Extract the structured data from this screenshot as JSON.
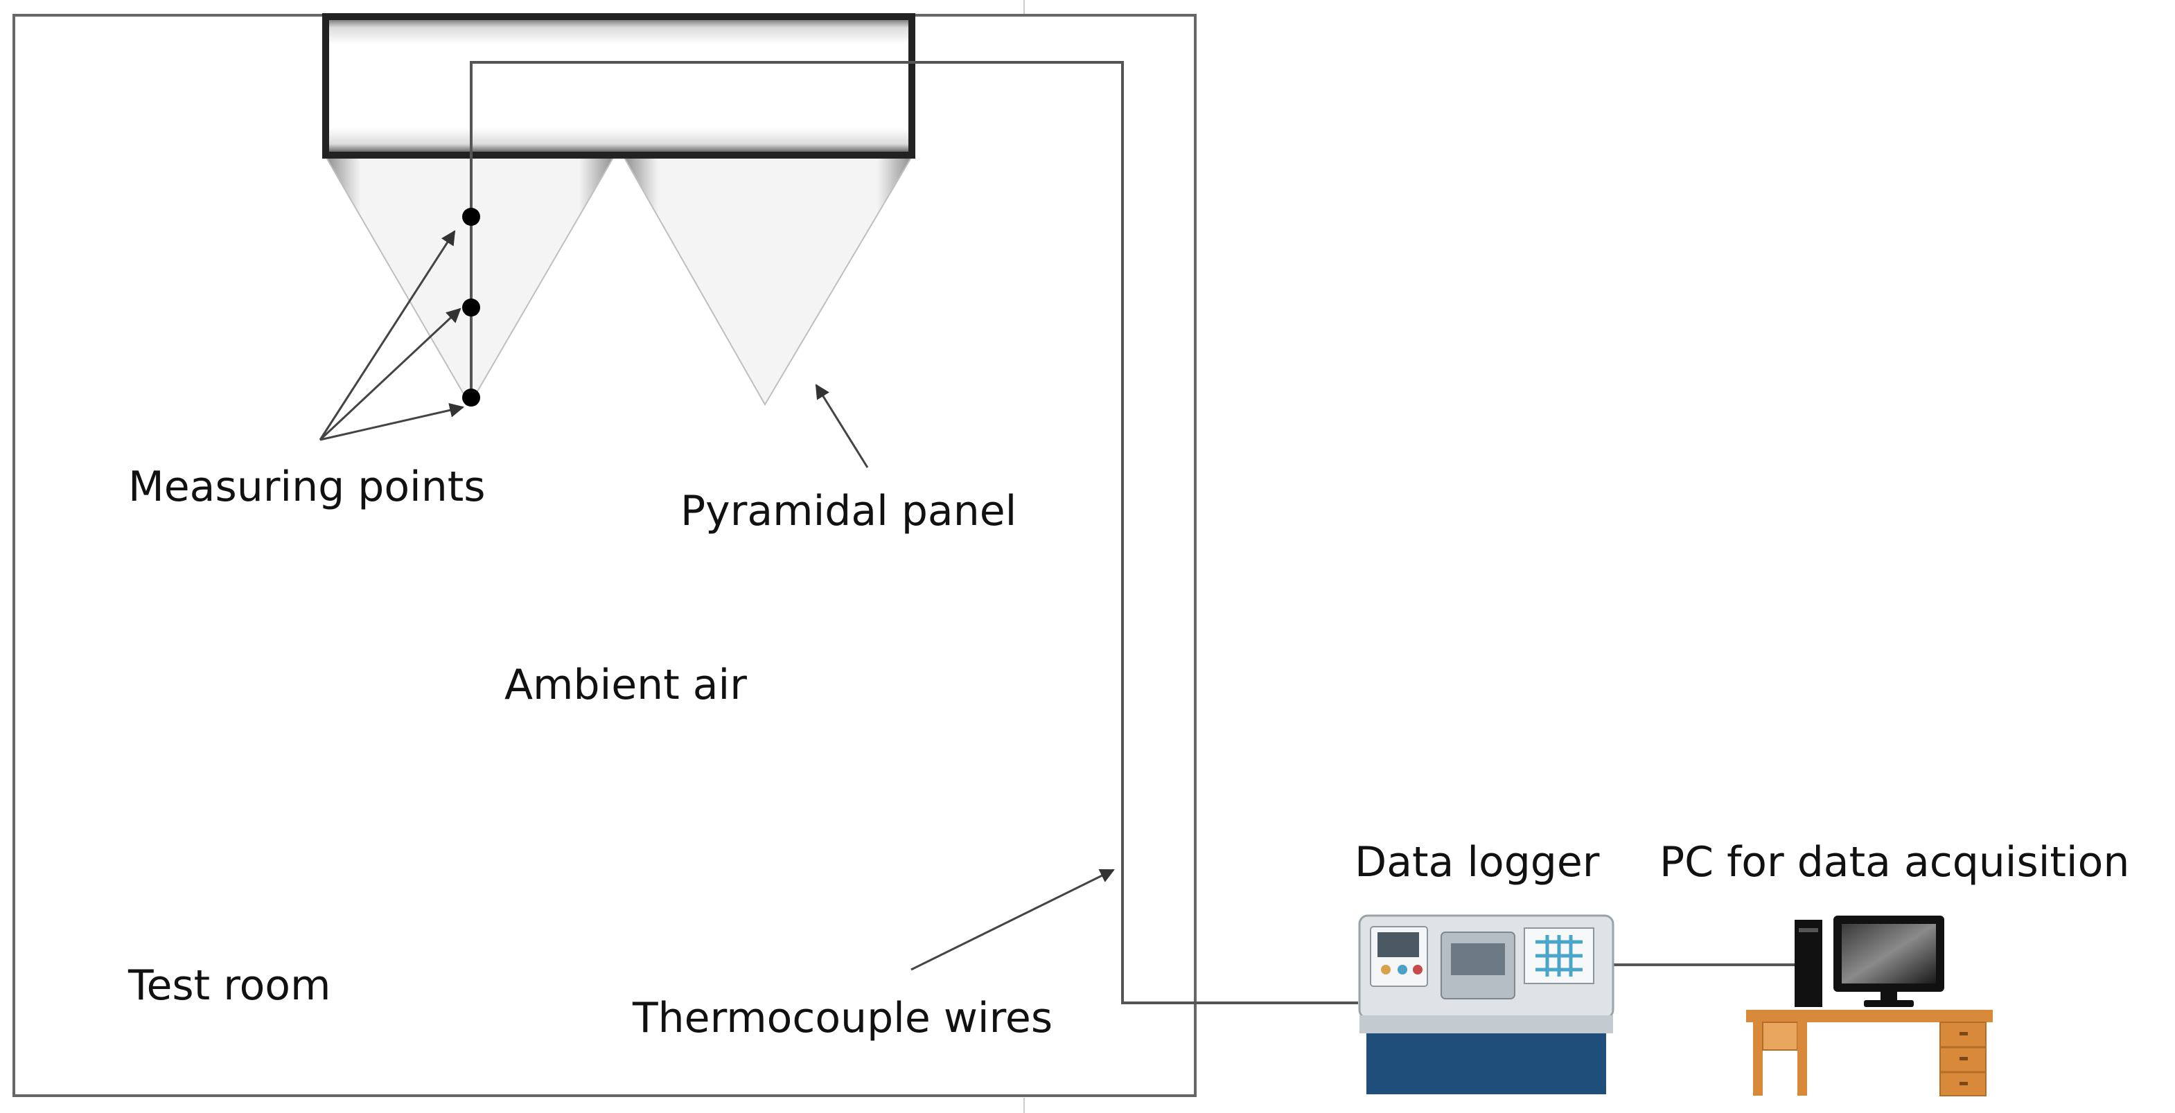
{
  "labels": {
    "measuring_points": "Measuring points",
    "pyramidal_panel": "Pyramidal panel",
    "ambient_air": "Ambient air",
    "test_room": "Test room",
    "thermocouple_wires": "Thermocouple wires",
    "data_logger": "Data logger",
    "pc": "PC for data acquisition"
  },
  "colors": {
    "line": "#555555",
    "room_border": "#666666",
    "panel_edge": "#222222",
    "logger_body": "#dfe3e6",
    "logger_base": "#1f4e7a",
    "desk": "#d9893a",
    "monitor": "#111111"
  }
}
